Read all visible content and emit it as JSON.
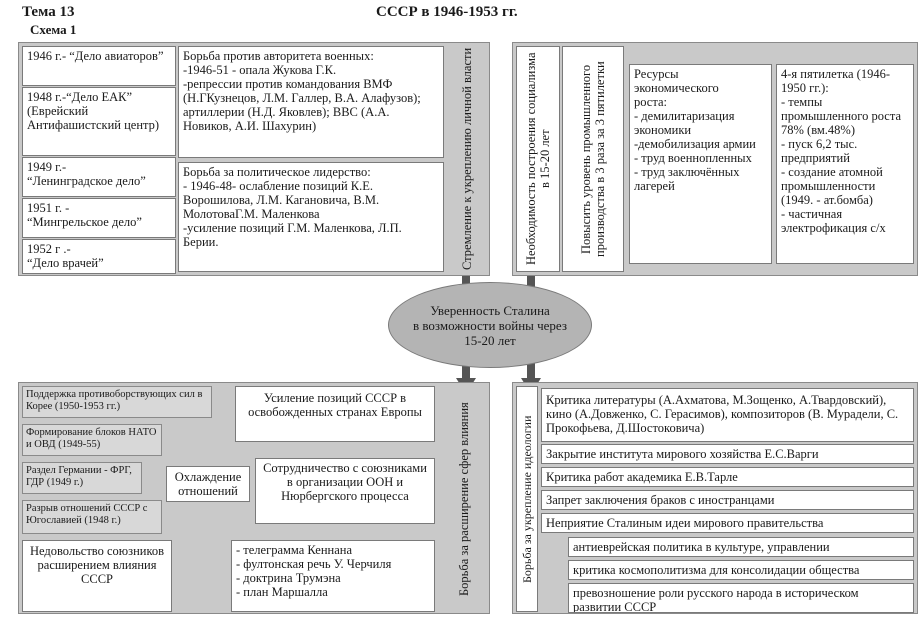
{
  "header": {
    "topic": "Тема 13",
    "scheme": "Схема 1",
    "title": "СССР в 1946-1953 гг."
  },
  "center": {
    "text": "Уверенность Сталина\nв возможности войны через\n15-20 лет"
  },
  "top_left": {
    "cases": [
      "1946 г.- “Дело авиаторов”",
      "1948 г.-“Дело ЕАК” (Еврейский Антифашистский центр)",
      "1949 г.-\n“Ленинградское дело”",
      "1951 г. -\n“Мингрельское дело”",
      "1952 г .-\n“Дело врачей”"
    ],
    "military": "Борьба против авторитета военных:\n-1946-51 - опала Жукова Г.К.\n-репрессии против командования ВМФ (Н.ГКузнецов, Л.М. Галлер, В.А. Алафузов); артиллерии (Н.Д. Яковлев); ВВС (А.А. Новиков, А.И. Шахурин)",
    "leadership": "Борьба за политическое лидерство:\n- 1946-48- ослабление позиций К.Е. Ворошилова, Л.М. Кагановича, В.М. МолотоваГ.М. Маленкова\n-усиление позиций Г.М. Маленкова, Л.П. Берии.",
    "vertical": "Стремление к укреплению личной власти"
  },
  "top_right": {
    "vertical1": "Необходимость построения социализма в 15-20 лет",
    "vertical2": "Повысить уровень промышленного производства в 3 раза за 3 пятилетки",
    "resources": "Ресурсы\nэкономического\nроста:\n- демилитаризация экономики\n-демобилизация армии\n- труд военнопленных\n- труд заключённых лагерей",
    "five_year": "4-я пятилетка (1946-1950 гг.):\n- темпы промышленного роста 78% (вм.48%)\n- пуск 6,2 тыс. предприятий\n- создание атомной промышленности (1949. - ат.бомба)\n- частичная электрофикация с/х"
  },
  "bottom_left": {
    "callouts": [
      "Поддержка противоборствующих сил в Корее (1950-1953 гг.)",
      "Формирование блоков НАТО и ОВД (1949-55)",
      "Раздел Германии - ФРГ, ГДР (1949 г.)",
      "Разрыв отношений СССР с Югославией (1948 г.)"
    ],
    "cooling": "Охлаждение отношений",
    "strengthen": "Усиление позиций СССР в освобожденных странах Европы",
    "cooperation": "Сотрудничество с союзниками в организации ООН и Нюрбергского процесса",
    "discontent": "Недовольство союзников расширением влияния СССР",
    "events": "- телеграмма Кеннана\n- фултонская речь У. Черчиля\n- доктрина Трумэна\n- план Маршалла",
    "vertical": "Борьба за расширение сфер влияния"
  },
  "bottom_right": {
    "vertical": "Борьба за укрепление идеологии",
    "items": [
      "Критика литературы (А.Ахматова, М.Зощенко, А.Твардовский), кино (А.Довженко, С. Герасимов), композиторов (В. Мурадели, С. Прокофьева, Д.Шостоковича)",
      "Закрытие института мирового хозяйства Е.С.Варги",
      "Критика работ академика Е.В.Тарле",
      "Запрет заключения браков с иностранцами",
      "Неприятие Сталиным идеи мирового правительства",
      "антиеврейская политика в культуре, управлении",
      "критика космополитизма для консолидации общества",
      "превозношение роли русского народа в историческом развитии СССР"
    ]
  },
  "colors": {
    "panel": "#c9c9c9",
    "ellipse": "#b4b4b4",
    "arrow": "#555555"
  }
}
